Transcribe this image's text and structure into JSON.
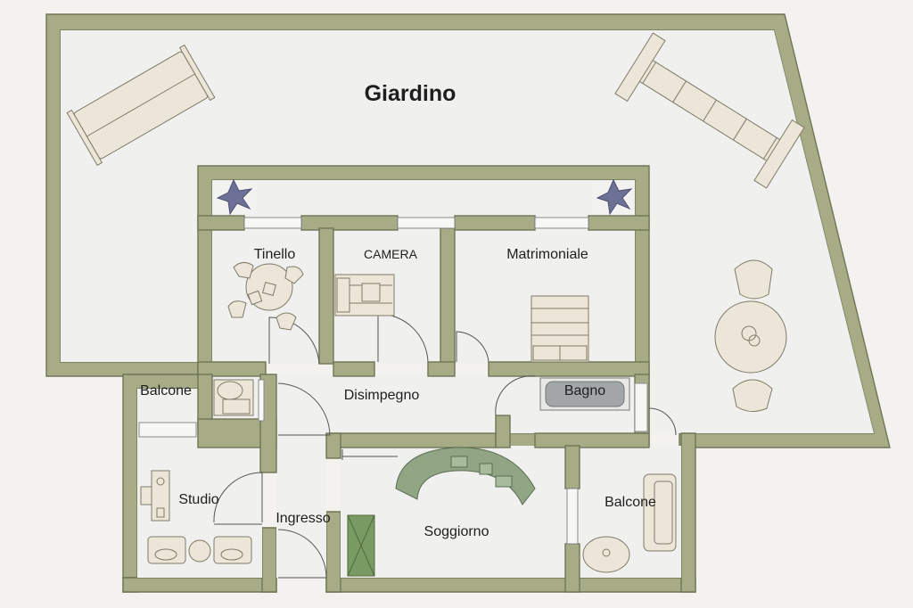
{
  "plan": {
    "colors": {
      "wall": "#a7ac87",
      "floor": "#f0f0ee",
      "sofa": "#8fa584",
      "bath": "#a3a6a9",
      "closet": "#7a9a64",
      "plant": "#6e7196"
    },
    "rooms": {
      "giardino": "Giardino",
      "tinello": "Tinello",
      "camera": "CAMERA",
      "matrimoniale": "Matrimoniale",
      "disimpegno": "Disimpegno",
      "bagno": "Bagno",
      "balcone_sx": "Balcone",
      "studio": "Studio",
      "ingresso": "Ingresso",
      "soggiorno": "Soggiorno",
      "balcone_dx": "Balcone"
    }
  }
}
